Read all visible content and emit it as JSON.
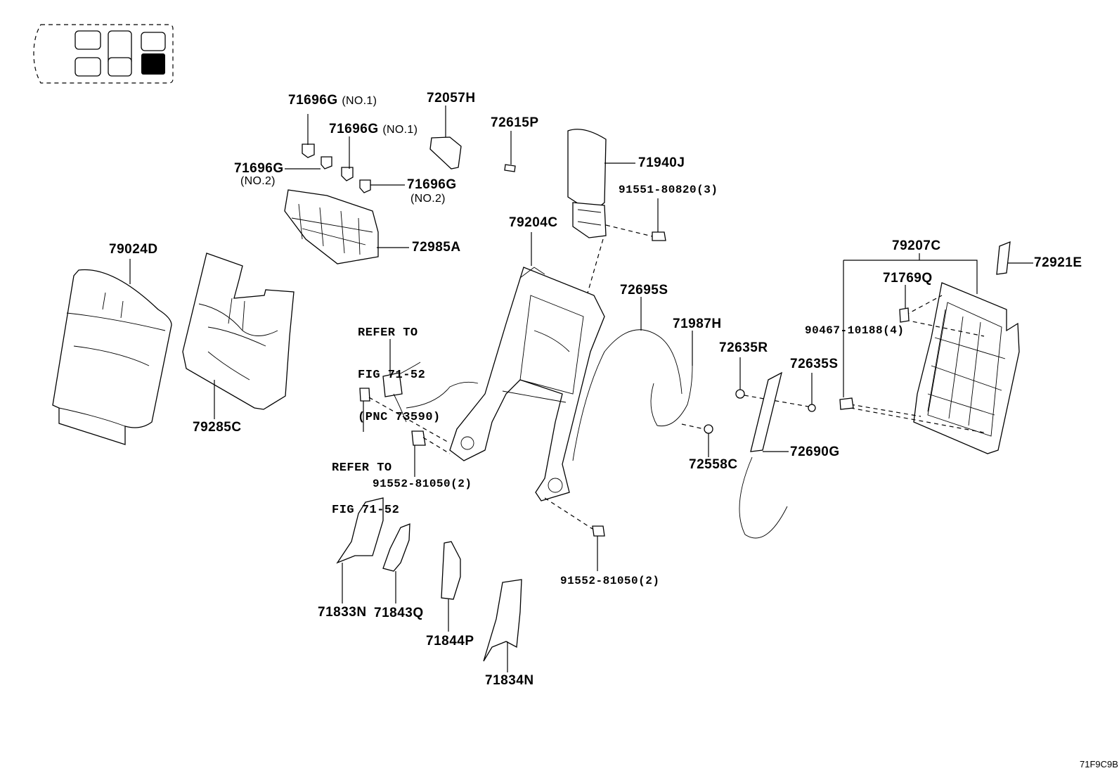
{
  "diagram": {
    "figure_code": "71F9C9B",
    "locator": {
      "cells": 6,
      "highlighted_cell": "right-bottom"
    },
    "callouts": [
      {
        "id": "c1",
        "part": "71696G",
        "note": "(NO.1)"
      },
      {
        "id": "c2",
        "part": "71696G",
        "note": "(NO.1)"
      },
      {
        "id": "c3",
        "part": "71696G",
        "note": "(NO.2)"
      },
      {
        "id": "c4",
        "part": "71696G",
        "note": "(NO.2)"
      },
      {
        "id": "c5",
        "part": "72057H",
        "note": ""
      },
      {
        "id": "c6",
        "part": "72615P",
        "note": ""
      },
      {
        "id": "c7",
        "part": "71940J",
        "note": ""
      },
      {
        "id": "c8",
        "part": "91551-80820(3)",
        "note": ""
      },
      {
        "id": "c9",
        "part": "79204C",
        "note": ""
      },
      {
        "id": "c10",
        "part": "72985A",
        "note": ""
      },
      {
        "id": "c11",
        "part": "79024D",
        "note": ""
      },
      {
        "id": "c12",
        "part": "79285C",
        "note": ""
      },
      {
        "id": "c13",
        "part": "79207C",
        "note": ""
      },
      {
        "id": "c14",
        "part": "72921E",
        "note": ""
      },
      {
        "id": "c15",
        "part": "71769Q",
        "note": ""
      },
      {
        "id": "c16",
        "part": "90467-10188(4)",
        "note": ""
      },
      {
        "id": "c17",
        "part": "72695S",
        "note": ""
      },
      {
        "id": "c18",
        "part": "71987H",
        "note": ""
      },
      {
        "id": "c19",
        "part": "72635R",
        "note": ""
      },
      {
        "id": "c20",
        "part": "72635S",
        "note": ""
      },
      {
        "id": "c21",
        "part": "72558C",
        "note": ""
      },
      {
        "id": "c22",
        "part": "72690G",
        "note": ""
      },
      {
        "id": "c23",
        "part": "91552-81050(2)",
        "note": ""
      },
      {
        "id": "c24",
        "part": "91552-81050(2)",
        "note": ""
      },
      {
        "id": "c25",
        "part": "71833N",
        "note": ""
      },
      {
        "id": "c26",
        "part": "71843Q",
        "note": ""
      },
      {
        "id": "c27",
        "part": "71844P",
        "note": ""
      },
      {
        "id": "c28",
        "part": "71834N",
        "note": ""
      }
    ],
    "notes": [
      {
        "id": "n1",
        "lines": [
          "REFER TO",
          "FIG 71-52",
          "(PNC 73590)"
        ]
      },
      {
        "id": "n2",
        "lines": [
          "REFER TO",
          "FIG 71-52"
        ]
      }
    ]
  }
}
